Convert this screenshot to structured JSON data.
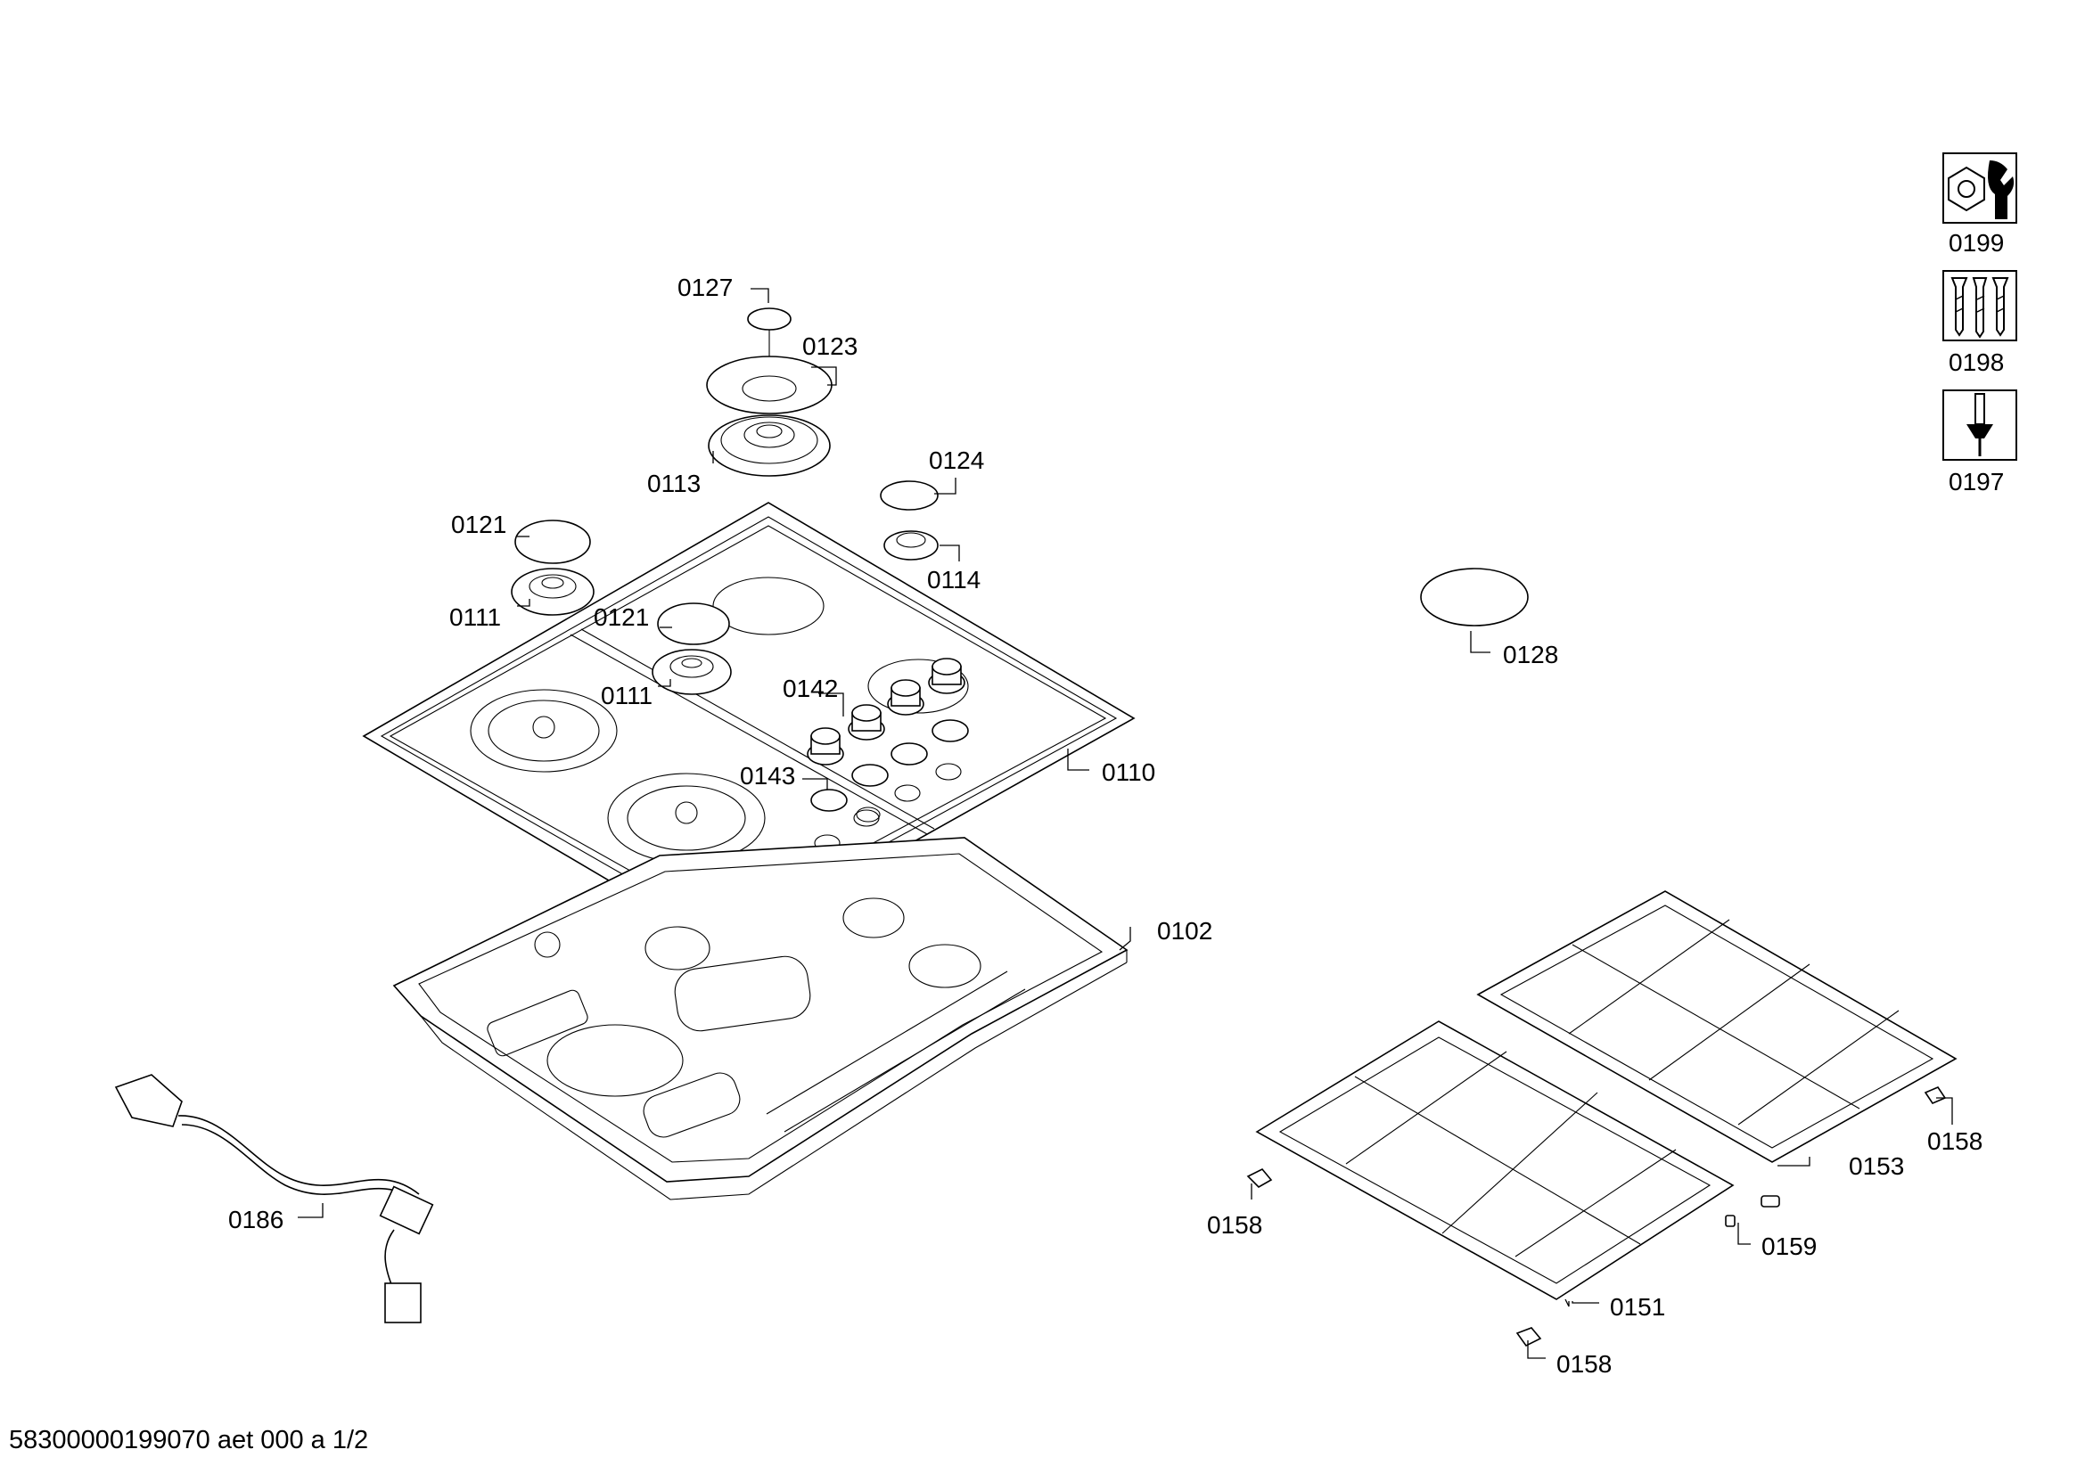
{
  "parts": {
    "p0127": "0127",
    "p0123": "0123",
    "p0113": "0113",
    "p0124": "0124",
    "p0114": "0114",
    "p0121a": "0121",
    "p0111a": "0111",
    "p0121b": "0121",
    "p0111b": "0111",
    "p0142": "0142",
    "p0143": "0143",
    "p0110": "0110",
    "p0102": "0102",
    "p0128": "0128",
    "p0186": "0186",
    "p0158a": "0158",
    "p0158b": "0158",
    "p0158c": "0158",
    "p0153": "0153",
    "p0159": "0159",
    "p0151": "0151",
    "p0199": "0199",
    "p0198": "0198",
    "p0197": "0197"
  },
  "icons": {
    "p0199": "nut-wrench-icon",
    "p0198": "screws-icon",
    "p0197": "screwdriver-icon"
  },
  "footer": "58300000199070 aet 000 a 1/2"
}
